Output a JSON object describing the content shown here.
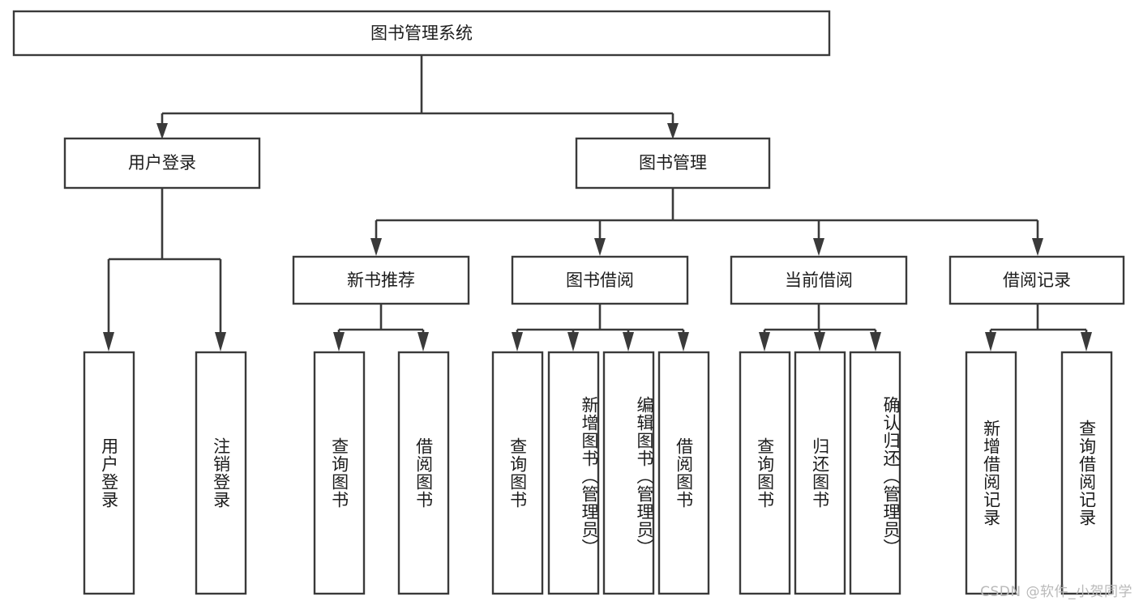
{
  "diagram": {
    "type": "tree",
    "title": "图书管理系统",
    "watermark": "CSDN @软件_小贺同学",
    "colors": {
      "stroke": "#3a3a3a",
      "box_fill": "#ffffff",
      "text": "#1c1c1c",
      "watermark": "#b9b9b9",
      "background": "#ffffff"
    },
    "root": {
      "label": "图书管理系统"
    },
    "level2": [
      {
        "label": "用户登录"
      },
      {
        "label": "图书管理"
      }
    ],
    "level3": [
      {
        "label": "新书推荐"
      },
      {
        "label": "图书借阅"
      },
      {
        "label": "当前借阅"
      },
      {
        "label": "借阅记录"
      }
    ],
    "leaves": {
      "user_login": [
        {
          "label": "用户登录"
        },
        {
          "label": "注销登录"
        }
      ],
      "new_book_recommend": [
        {
          "label": "查询图书"
        },
        {
          "label": "借阅图书"
        }
      ],
      "book_borrow": [
        {
          "label": "查询图书"
        },
        {
          "label": "新增图书（管理员）"
        },
        {
          "label": "编辑图书（管理员）"
        },
        {
          "label": "借阅图书"
        }
      ],
      "current_borrow": [
        {
          "label": "查询图书"
        },
        {
          "label": "归还图书"
        },
        {
          "label": "确认归还（管理员）"
        }
      ],
      "borrow_record": [
        {
          "label": "新增借阅记录"
        },
        {
          "label": "查询借阅记录"
        }
      ]
    }
  }
}
